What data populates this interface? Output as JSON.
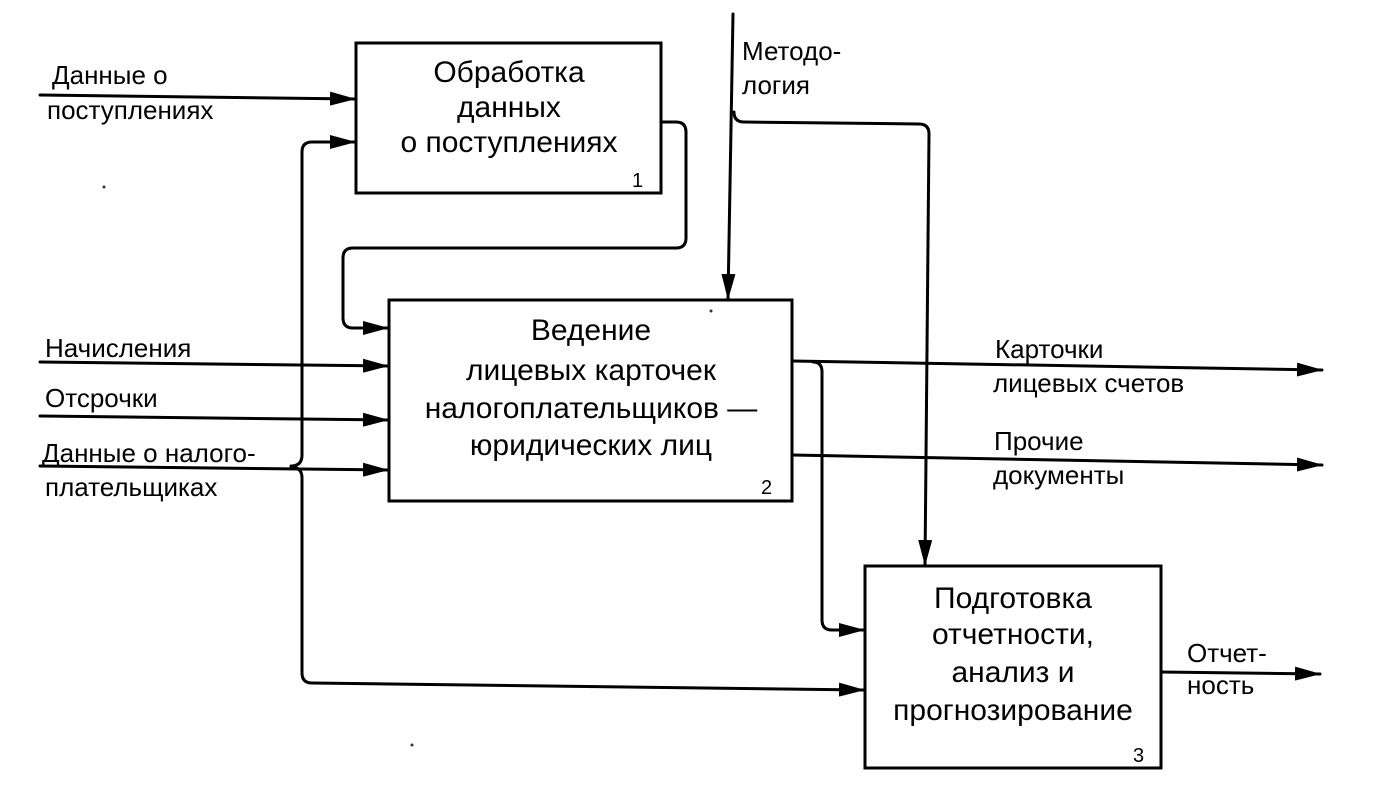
{
  "boxes": {
    "b1": {
      "lines": [
        "Обработка",
        "данных",
        "о поступлениях"
      ],
      "number": "1"
    },
    "b2": {
      "lines": [
        "Ведение",
        "лицевых карточек",
        "налогоплательщиков —",
        "юридических лиц"
      ],
      "number": "2"
    },
    "b3": {
      "lines": [
        "Подготовка",
        "отчетности,",
        "анализ и",
        "прогнозирование"
      ],
      "number": "3"
    }
  },
  "labels": {
    "in_receipts": [
      "Данные о",
      "поступлениях"
    ],
    "in_accruals": "Начисления",
    "in_deferrals": "Отсрочки",
    "in_taxpayers": [
      "Данные о налого-",
      "плательщиках"
    ],
    "control_method": [
      "Методо-",
      "логия"
    ],
    "out_cards": [
      "Карточки",
      "лицевых счетов"
    ],
    "out_other": [
      "Прочие",
      "документы"
    ],
    "out_report": [
      "Отчет-",
      "ность"
    ]
  },
  "colors": {
    "ink": "#000000",
    "paper": "#ffffff"
  }
}
